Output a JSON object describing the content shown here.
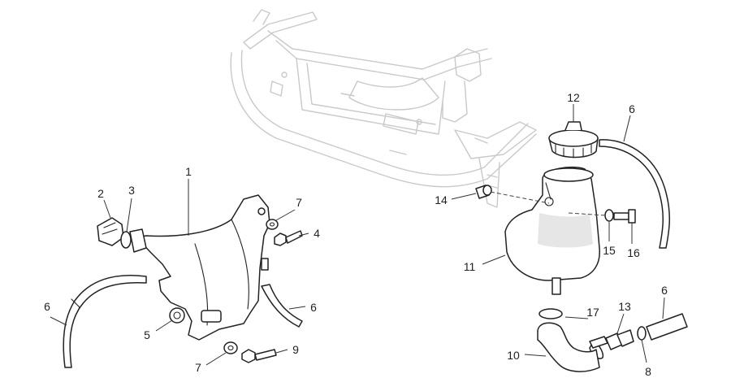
{
  "callouts": {
    "c1": "1",
    "c2": "2",
    "c3": "3",
    "c4": "4",
    "c5": "5",
    "c6a": "6",
    "c6b": "6",
    "c6c": "6",
    "c6d": "6",
    "c7a": "7",
    "c7b": "7",
    "c8": "8",
    "c9": "9",
    "c10": "10",
    "c11": "11",
    "c12": "12",
    "c13": "13",
    "c14": "14",
    "c15": "15",
    "c16": "16",
    "c17": "17"
  }
}
